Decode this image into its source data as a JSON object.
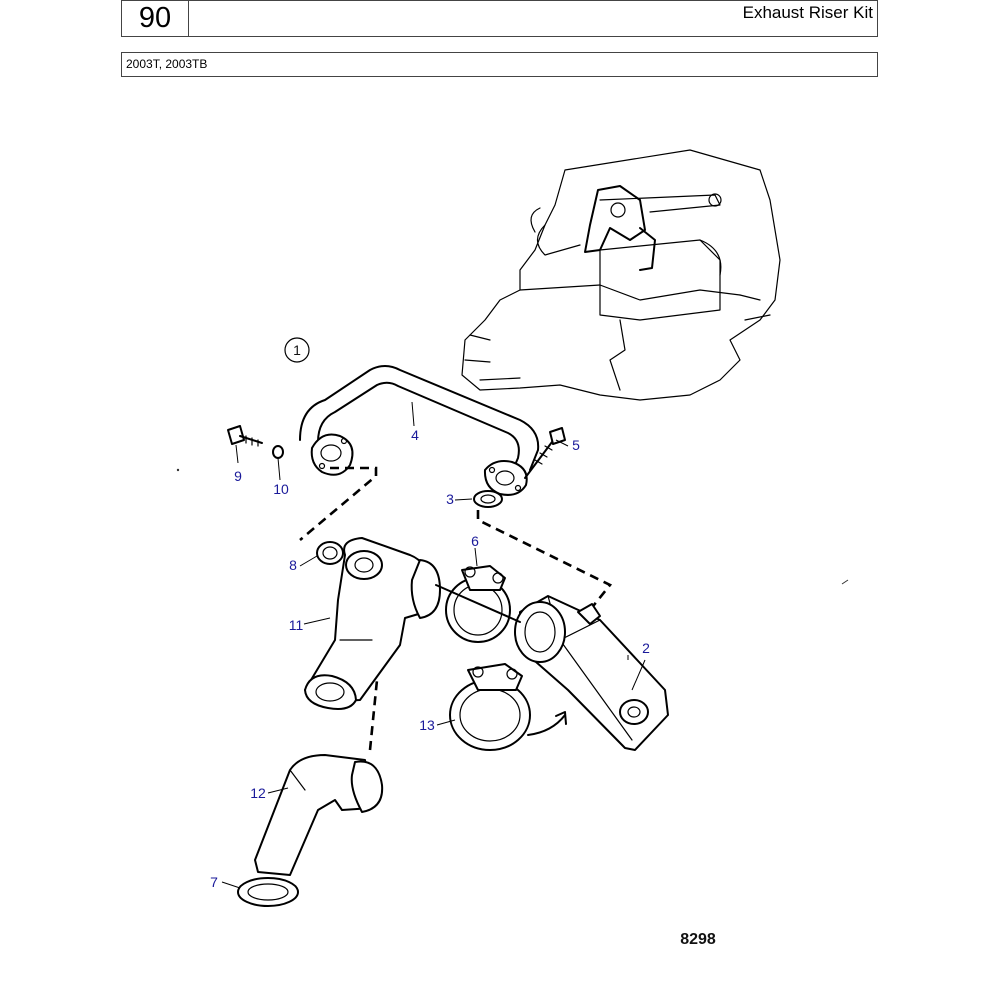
{
  "header": {
    "group_number": "90",
    "title": "Exhaust Riser Kit"
  },
  "models": "2003T, 2003TB",
  "kit_marker": "1",
  "figure_number": "8298",
  "callouts": [
    "2",
    "3",
    "4",
    "5",
    "6",
    "7",
    "8",
    "9",
    "10",
    "11",
    "12",
    "13"
  ]
}
